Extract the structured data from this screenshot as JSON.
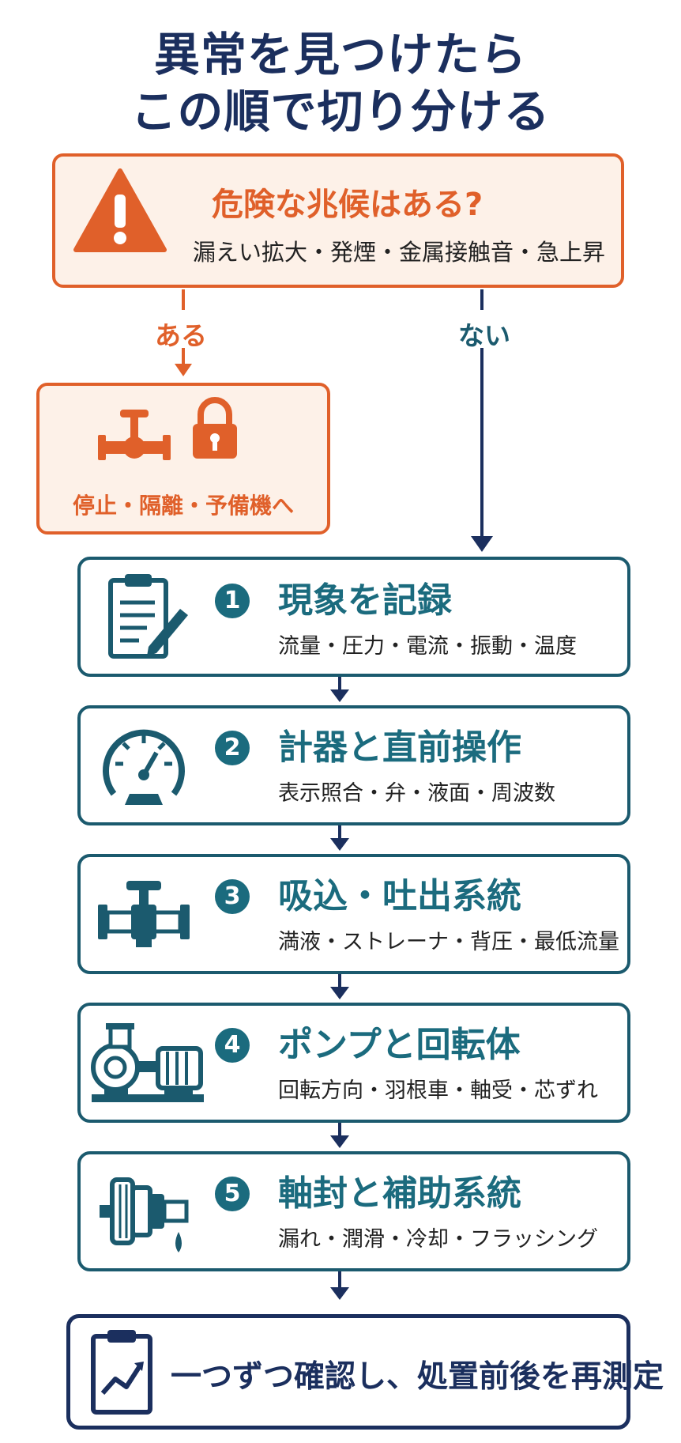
{
  "title": {
    "line1": "異常を見つけたら",
    "line2": "この順で切り分ける"
  },
  "danger": {
    "icon": "warning-triangle-icon",
    "question": "危険な兆候はある?",
    "examples": "漏えい拡大・発煙・金属接触音・急上昇"
  },
  "branches": {
    "yes_label": "ある",
    "no_label": "ない"
  },
  "stop_action": {
    "icons": [
      "valve-icon",
      "lock-icon"
    ],
    "label": "停止・隔離・予備機へ"
  },
  "steps": [
    {
      "number": "1",
      "icon": "clipboard-pen-icon",
      "title": "現象を記録",
      "detail": "流量・圧力・電流・振動・温度"
    },
    {
      "number": "2",
      "icon": "gauge-icon",
      "title": "計器と直前操作",
      "detail": "表示照合・弁・液面・周波数"
    },
    {
      "number": "3",
      "icon": "pipe-valve-icon",
      "title": "吸込・吐出系統",
      "detail": "満液・ストレーナ・背圧・最低流量"
    },
    {
      "number": "4",
      "icon": "pump-motor-icon",
      "title": "ポンプと回転体",
      "detail": "回転方向・羽根車・軸受・芯ずれ"
    },
    {
      "number": "5",
      "icon": "shaft-seal-icon",
      "title": "軸封と補助系統",
      "detail": "漏れ・潤滑・冷却・フラッシング"
    }
  ],
  "final": {
    "icon": "clipboard-chart-icon",
    "label": "一つずつ確認し、処置前後を再測定"
  },
  "colors": {
    "navy": "#1b2f5e",
    "teal": "#1b6b7e",
    "orange": "#e0602a"
  }
}
